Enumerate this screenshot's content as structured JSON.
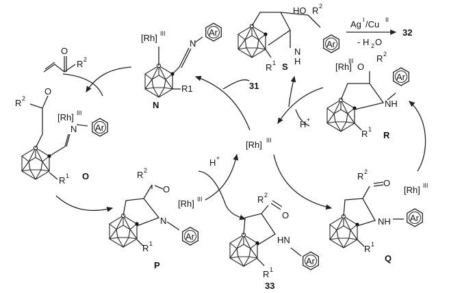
{
  "center_catalyst": {
    "label": "[Rh]",
    "ox": "III"
  },
  "species": {
    "N": {
      "id": "N",
      "rh": "[Rh]",
      "rh_ox": "III",
      "n_atom": "N",
      "ar": "Ar",
      "r1": "R",
      "r1_sup": "1"
    },
    "O": {
      "id": "O",
      "r2": "R",
      "r2_sup": "2",
      "o_atom": "O",
      "rh": "[Rh]",
      "rh_ox": "III",
      "n_atom": "N",
      "ar": "Ar",
      "r1": "R",
      "r1_sup": "1"
    },
    "P": {
      "id": "P",
      "r2": "R",
      "r2_sup": "2",
      "o_atom": "O",
      "rh": "[Rh]",
      "rh_ox": "III",
      "n_atom": "N",
      "ar": "Ar",
      "r1": "R",
      "r1_sup": "1"
    },
    "p33": {
      "id": "33",
      "r2": "R",
      "r2_sup": "2",
      "o_atom": "O",
      "nh": "HN",
      "ar": "Ar",
      "r1": "R",
      "r1_sup": "1"
    },
    "Q": {
      "id": "Q",
      "r2": "R",
      "r2_sup": "2",
      "o_atom": "O",
      "rh": "[Rh]",
      "rh_ox": "III",
      "nh": "NH",
      "ar": "Ar",
      "r1": "R",
      "r1_sup": "1"
    },
    "R": {
      "id": "R",
      "rh": "[Rh]",
      "rh_ox": "III",
      "o_atom": "O",
      "r2": "R",
      "r2_sup": "2",
      "ar": "Ar",
      "nh": "NH",
      "r1": "R",
      "r1_sup": "1"
    },
    "S": {
      "id": "S",
      "ho": "HO",
      "r2": "R",
      "r2_sup": "2",
      "ar": "Ar",
      "nh_n": "N",
      "nh_h": "H",
      "r1": "R",
      "r1_sup": "1"
    }
  },
  "enone": {
    "o_atom": "O",
    "r2": "R",
    "r2_sup": "2"
  },
  "reagents": {
    "top_arrow_above": "Ag",
    "ag_sup": "I",
    "slash": "/Cu",
    "cu_sup": "II",
    "top_arrow_below": "- H",
    "h2o_sub": "2",
    "h2o_o": "O",
    "product_32": "32",
    "substrate_31": "31",
    "hplus_1": "H",
    "hplus_2": "H",
    "plus": "+"
  }
}
